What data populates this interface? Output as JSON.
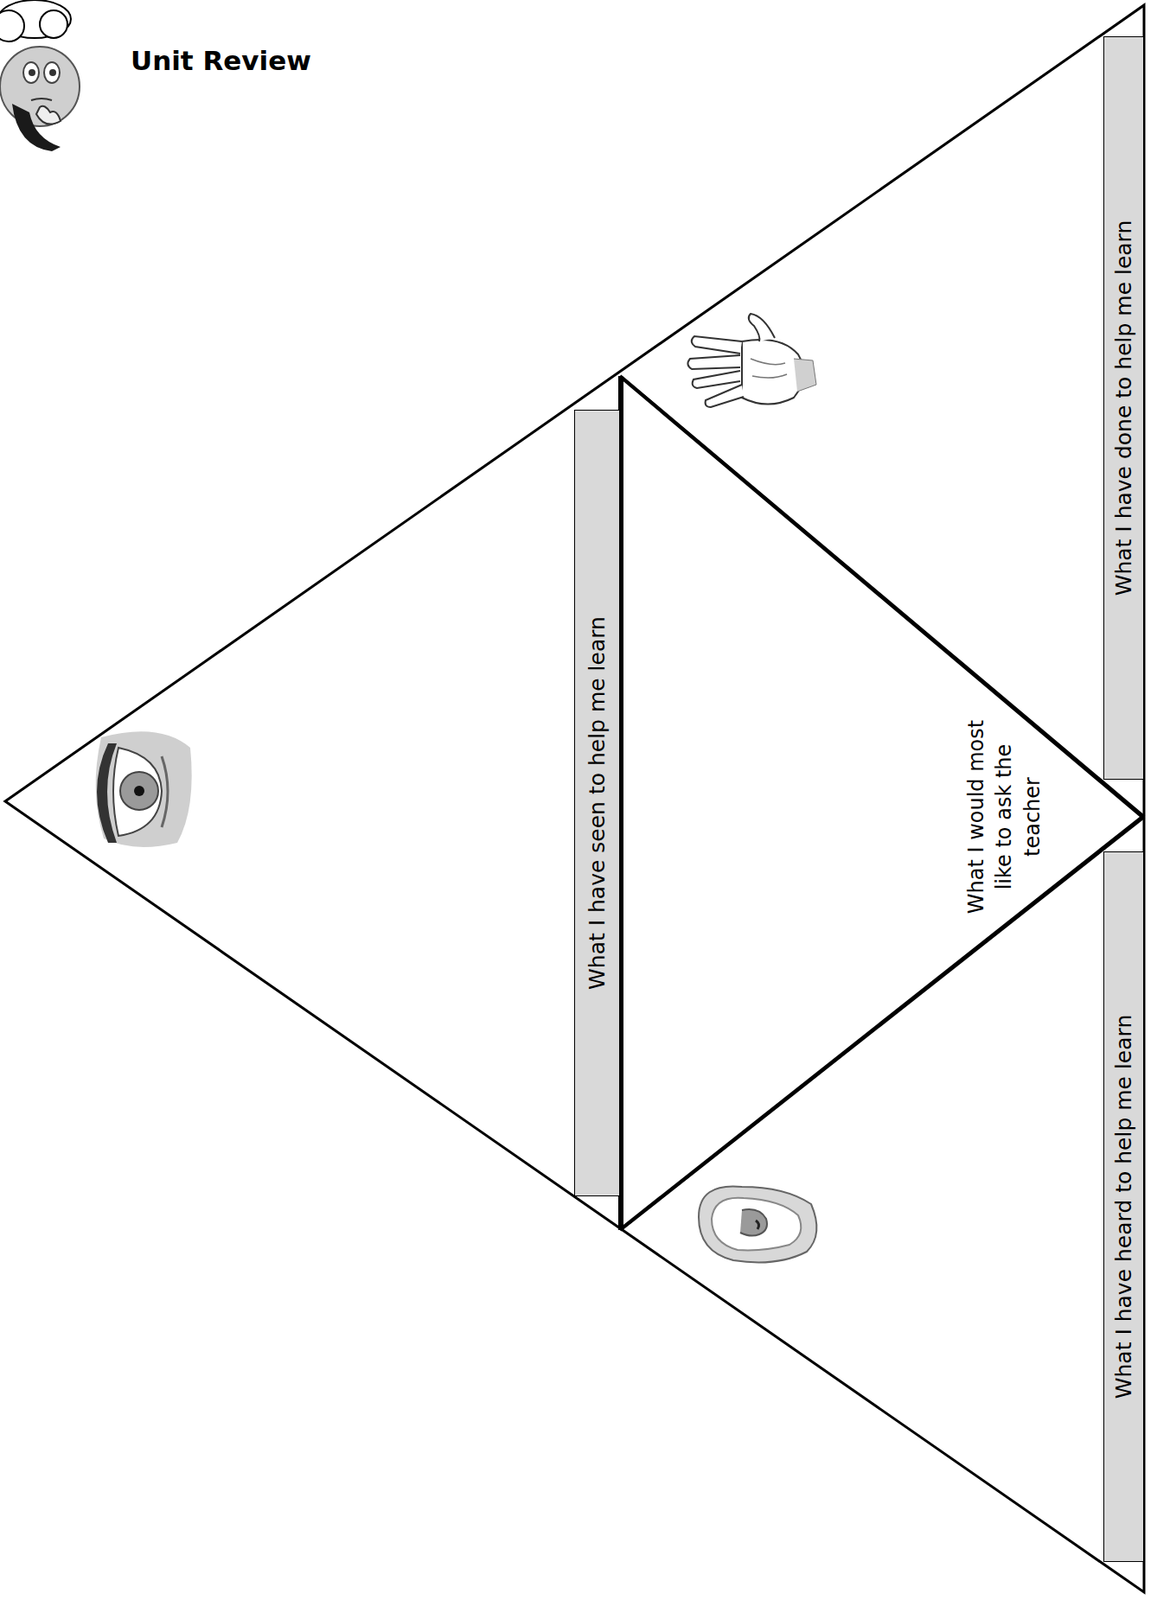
{
  "diagram": {
    "title": "Unit Review",
    "nodes": [
      {
        "text": [
          "What I have seen to help me learn"
        ]
      },
      {
        "text": [
          "What I have done to help me learn"
        ]
      },
      {
        "text": [
          "What I have heard to help me learn"
        ]
      },
      {
        "text": [
          "What I would most like to ask the teacher"
        ]
      }
    ]
  }
}
